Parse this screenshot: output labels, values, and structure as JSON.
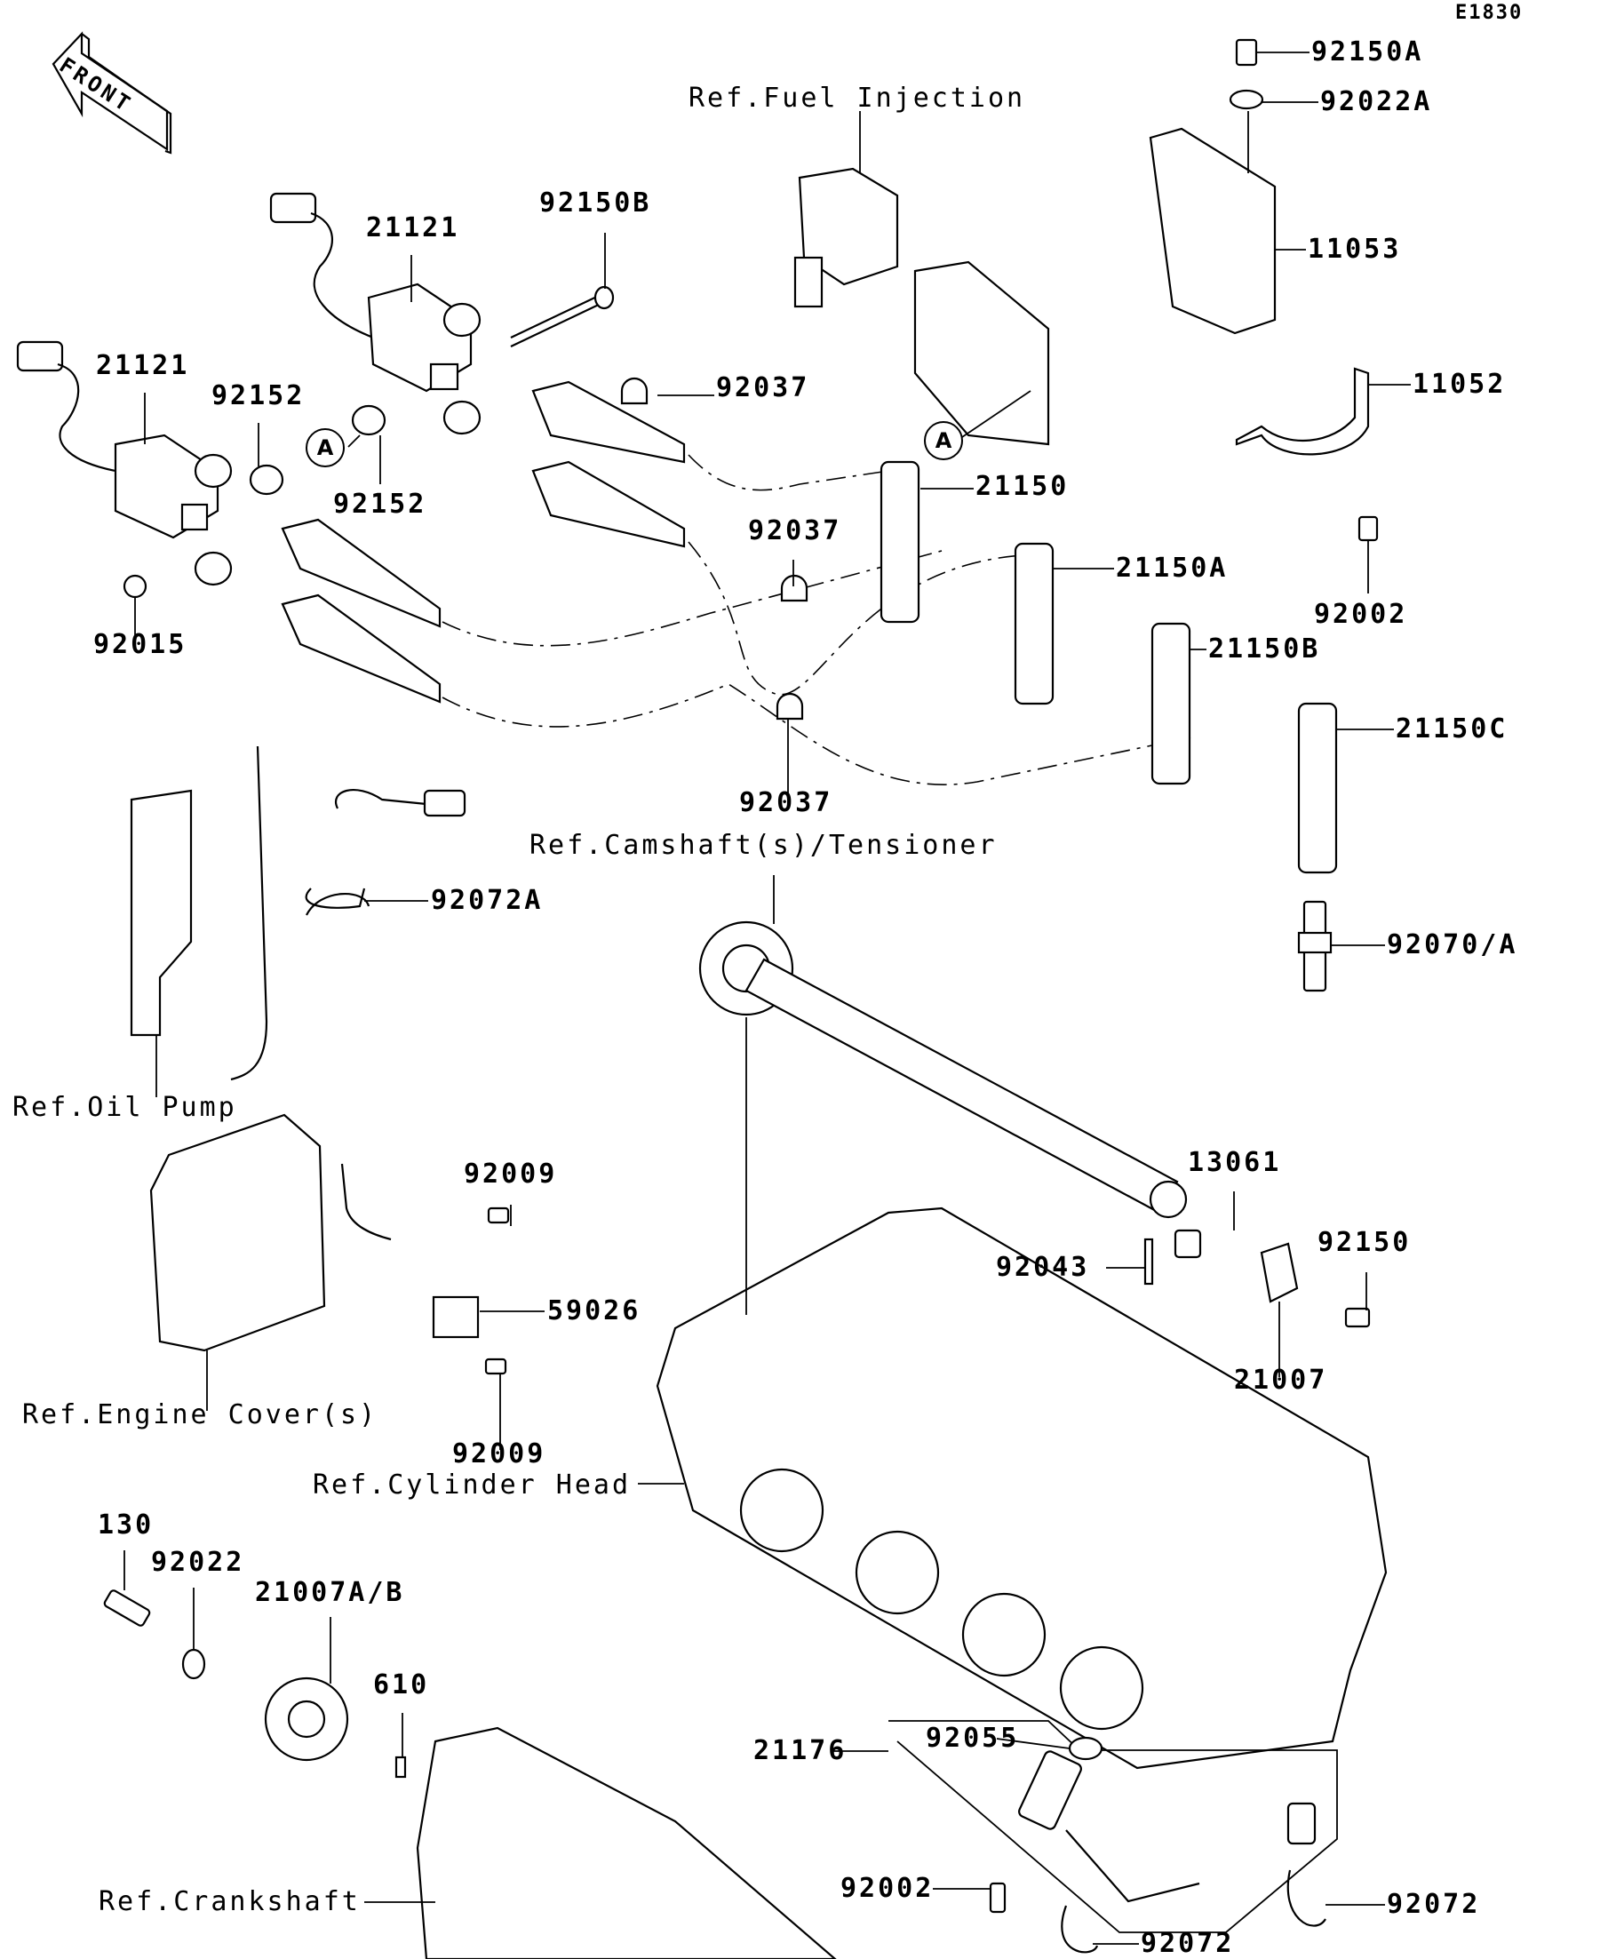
{
  "diagram": {
    "code": "E1830",
    "orientation_label": "FRONT",
    "callout_marker": "A",
    "references": {
      "fuel_injection": "Ref.Fuel Injection",
      "camshaft_tensioner": "Ref.Camshaft(s)/Tensioner",
      "oil_pump": "Ref.Oil Pump",
      "engine_covers": "Ref.Engine Cover(s)",
      "cylinder_head": "Ref.Cylinder Head",
      "crankshaft": "Ref.Crankshaft"
    },
    "parts": {
      "p92150A": "92150A",
      "p92022A": "92022A",
      "p92150B": "92150B",
      "p21121_upper": "21121",
      "p21121_lower": "21121",
      "p11053": "11053",
      "p11052": "11052",
      "p92152_upper": "92152",
      "p92152_lower": "92152",
      "p92037_top": "92037",
      "p92037_mid": "92037",
      "p92037_low": "92037",
      "p21150": "21150",
      "p21150A": "21150A",
      "p21150B": "21150B",
      "p21150C": "21150C",
      "p92002_upper": "92002",
      "p92015": "92015",
      "p92072A": "92072A",
      "p92070A": "92070/A",
      "p13061": "13061",
      "p92009_upper": "92009",
      "p92009_lower": "92009",
      "p92150": "92150",
      "p92043": "92043",
      "p59026": "59026",
      "p21007": "21007",
      "p130": "130",
      "p92022": "92022",
      "p21007AB": "21007A/B",
      "p610": "610",
      "p21176": "21176",
      "p92055": "92055",
      "p92002_lower": "92002",
      "p92072_right": "92072",
      "p92072_bottom": "92072"
    }
  }
}
